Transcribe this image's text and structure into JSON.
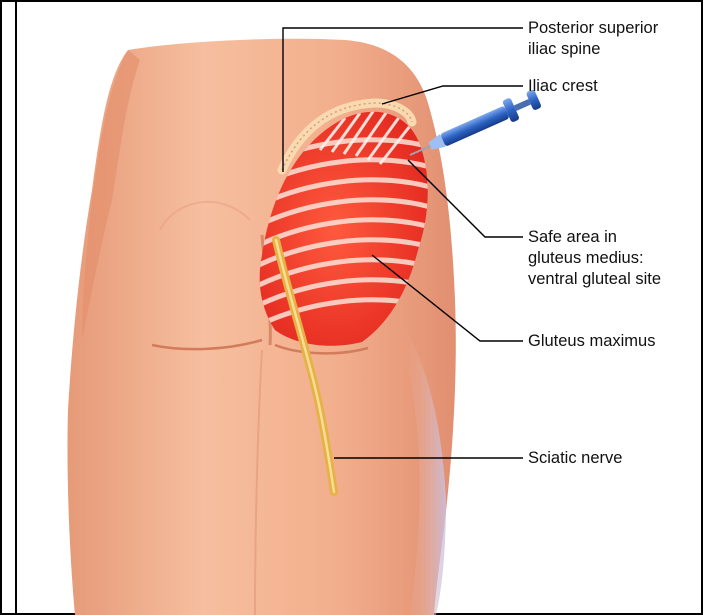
{
  "labels": {
    "psis": "Posterior superior\niliac spine",
    "iliac_crest": "Iliac crest",
    "safe_area": "Safe area in\ngluteus medius:\nventral gluteal site",
    "gluteus_maximus": "Gluteus maximus",
    "sciatic_nerve": "Sciatic nerve"
  },
  "colors": {
    "skin": "#f4b592",
    "skin_shadow": "#e08e6c",
    "muscle": "#ee2f26",
    "muscle_light": "#fbe0d6",
    "nerve": "#e6b145",
    "syringe": "#2d63c4",
    "shadow_violet": "#c9c3e7",
    "frame": "#000000"
  }
}
